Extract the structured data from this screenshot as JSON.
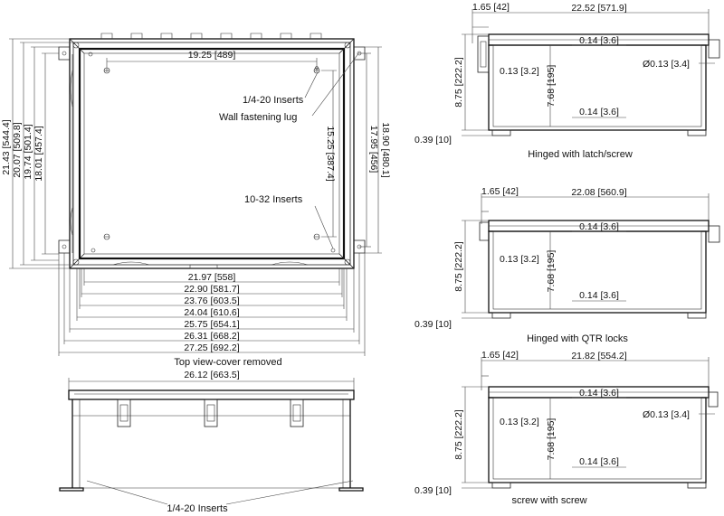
{
  "top_view": {
    "caption": "Top view-cover removed",
    "inner_width": "19.25 [489]",
    "h_dims": [
      "21.97 [558]",
      "22.90 [581.7]",
      "23.76 [603.5]",
      "24.04 [610.6]",
      "25.75 [654.1]",
      "26.31 [668.2]",
      "27.25 [692.2]"
    ],
    "v_dims_left": [
      "21.43 [544.4]",
      "20.07 [509.8]",
      "19.74 [501.4]",
      "18.01 [457.4]"
    ],
    "v_dim_inner": "15.25 [387.4]",
    "v_dims_right": [
      "17.95 [456]",
      "18.90 [480.1]"
    ],
    "callout_inserts": "1/4-20 Inserts",
    "callout_lug": "Wall fastening lug",
    "callout_small_inserts": "10-32 Inserts"
  },
  "front_view": {
    "width": "26.12 [663.5]",
    "callout": "1/4-20 Inserts"
  },
  "side_views": [
    {
      "offset": "1.65 [42]",
      "width": "22.52 [571.9]",
      "height": "8.75 [222.2]",
      "inner_height": "7.68 [195]",
      "wall_top": "0.14 [3.6]",
      "wall_bottom": "0.14 [3.6]",
      "lip": "0.13 [3.2]",
      "hole": "Ø0.13 [3.4]",
      "base": "0.39 [10]",
      "caption": "Hinged with latch/screw"
    },
    {
      "offset": "1.65 [42]",
      "width": "22.08 [560.9]",
      "height": "8.75 [222.2]",
      "inner_height": "7.68 [195]",
      "wall_top": "0.14 [3.6]",
      "wall_bottom": "0.14 [3.6]",
      "lip": "0.13 [3.2]",
      "base": "0.39 [10]",
      "caption": "Hinged with QTR locks"
    },
    {
      "offset": "1.65 [42]",
      "width": "21.82 [554.2]",
      "height": "8.75 [222.2]",
      "inner_height": "7.68 [195]",
      "wall_top": "0.14 [3.6]",
      "wall_bottom": "0.14 [3.6]",
      "lip": "0.13 [3.2]",
      "hole": "Ø0.13 [3.4]",
      "base": "0.39 [10]",
      "caption": "screw with screw"
    }
  ]
}
